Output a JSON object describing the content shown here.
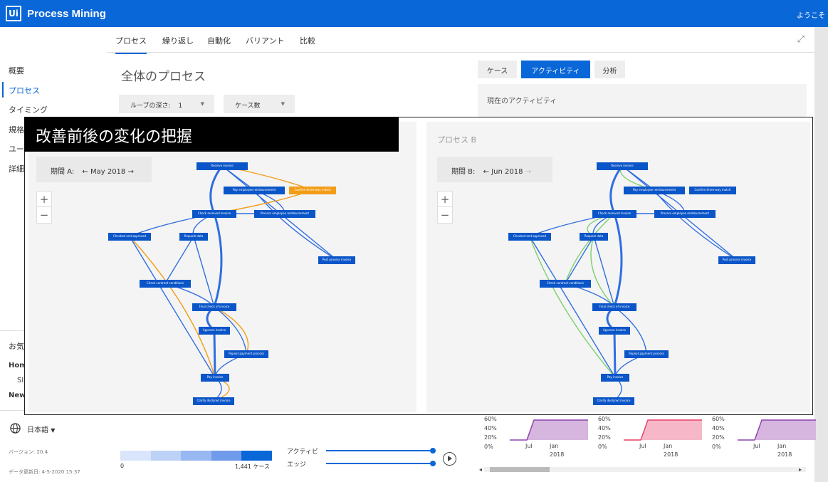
{
  "app": {
    "logo_text": "Ui",
    "title": "Process Mining",
    "welcome": "ようこそ"
  },
  "sidebar": {
    "items": [
      {
        "label": "概要",
        "active": false
      },
      {
        "label": "プロセス",
        "active": true
      },
      {
        "label": "タイミング",
        "active": false
      },
      {
        "label": "規格",
        "active": false
      },
      {
        "label": "ユー",
        "active": false
      },
      {
        "label": "詳細",
        "active": false
      }
    ],
    "favorites_label": "お気",
    "fav_items": [
      "Hom",
      "Sl",
      "New"
    ],
    "language": "日本語",
    "version": "バージョン: 20.4",
    "data_updated": "データ更新日: 4-5-2020 15:37"
  },
  "tabs": [
    "プロセス",
    "繰り返し",
    "自動化",
    "バリアント",
    "比較"
  ],
  "main": {
    "title": "全体のプロセス",
    "loop_depth_label": "ループの深さ:",
    "loop_depth_value": "1",
    "case_count_label": "ケース数"
  },
  "right_tabs": [
    "ケース",
    "アクティビティ",
    "分析"
  ],
  "current_activity_label": "現在のアクティビティ",
  "overlay": {
    "header": "改善前後の変化の把握",
    "process_b_title": "プロセス B",
    "period_a_label": "期間 A:",
    "period_a_value": "May 2018",
    "period_b_label": "期間 B:",
    "period_b_value": "Jun 2018",
    "zoom_in": "+",
    "zoom_out": "−"
  },
  "process_nodes": [
    "Receive invoice",
    "Pay employee reimbursement",
    "Confirm three-way match",
    "Check received invoice",
    "Process employee reimbursement",
    "Checked and approved",
    "Request data",
    "Post process invoice",
    "Check contract conditions",
    "Final check of invoice",
    "Approve invoice",
    "Repeat payment process",
    "Pay invoice",
    "Clarify declared invoice"
  ],
  "legend": {
    "min": "0",
    "max": "1,441 ケース",
    "colors": [
      "#d9e5fb",
      "#bcd1f6",
      "#98b8f1",
      "#6f9bea",
      "#0a67d8"
    ],
    "activity_label": "アクティビ",
    "edge_label": "エッジ"
  },
  "mini_charts": [
    {
      "y_labels": [
        "60%",
        "40%",
        "20%",
        "0%"
      ],
      "x_labels": [
        "Jul",
        "Jan",
        "2018"
      ],
      "fill": "#d6b6df",
      "line": "#8e44ad"
    },
    {
      "y_labels": [
        "60%",
        "40%",
        "20%",
        "0%"
      ],
      "x_labels": [
        "Jul",
        "Jan",
        "2018"
      ],
      "fill": "#f6b8c8",
      "line": "#e7416a"
    },
    {
      "y_labels": [
        "60%",
        "40%",
        "20%",
        "0%"
      ],
      "x_labels": [
        "Jul",
        "Jan",
        "2018"
      ],
      "fill": "#d6b6df",
      "line": "#8e44ad"
    }
  ]
}
